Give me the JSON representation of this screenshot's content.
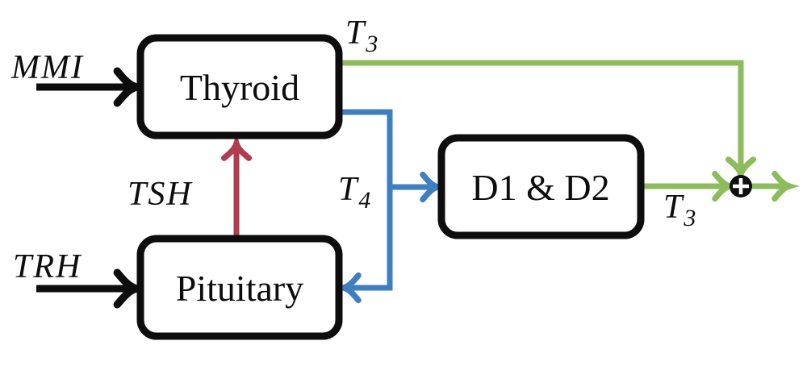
{
  "diagram": {
    "title": "thyroid-hormone-feedback-block-diagram",
    "colors": {
      "line_black": "#0d0d0d",
      "tsh_red": "#b03c50",
      "t4_blue": "#3e7ec1",
      "t3_green": "#8cbc5c"
    },
    "nodes": {
      "thyroid": {
        "label": "Thyroid"
      },
      "pituitary": {
        "label": "Pituitary"
      },
      "d1d2": {
        "label": "D1 & D2"
      }
    },
    "labels": {
      "mmi": "MMI",
      "trh": "TRH",
      "tsh": "TSH",
      "t4": {
        "base": "T",
        "sub": "4"
      },
      "t3_top": {
        "base": "T",
        "sub": "3"
      },
      "t3_out": {
        "base": "T",
        "sub": "3"
      }
    },
    "sum_junction_symbol": "circled-plus"
  }
}
